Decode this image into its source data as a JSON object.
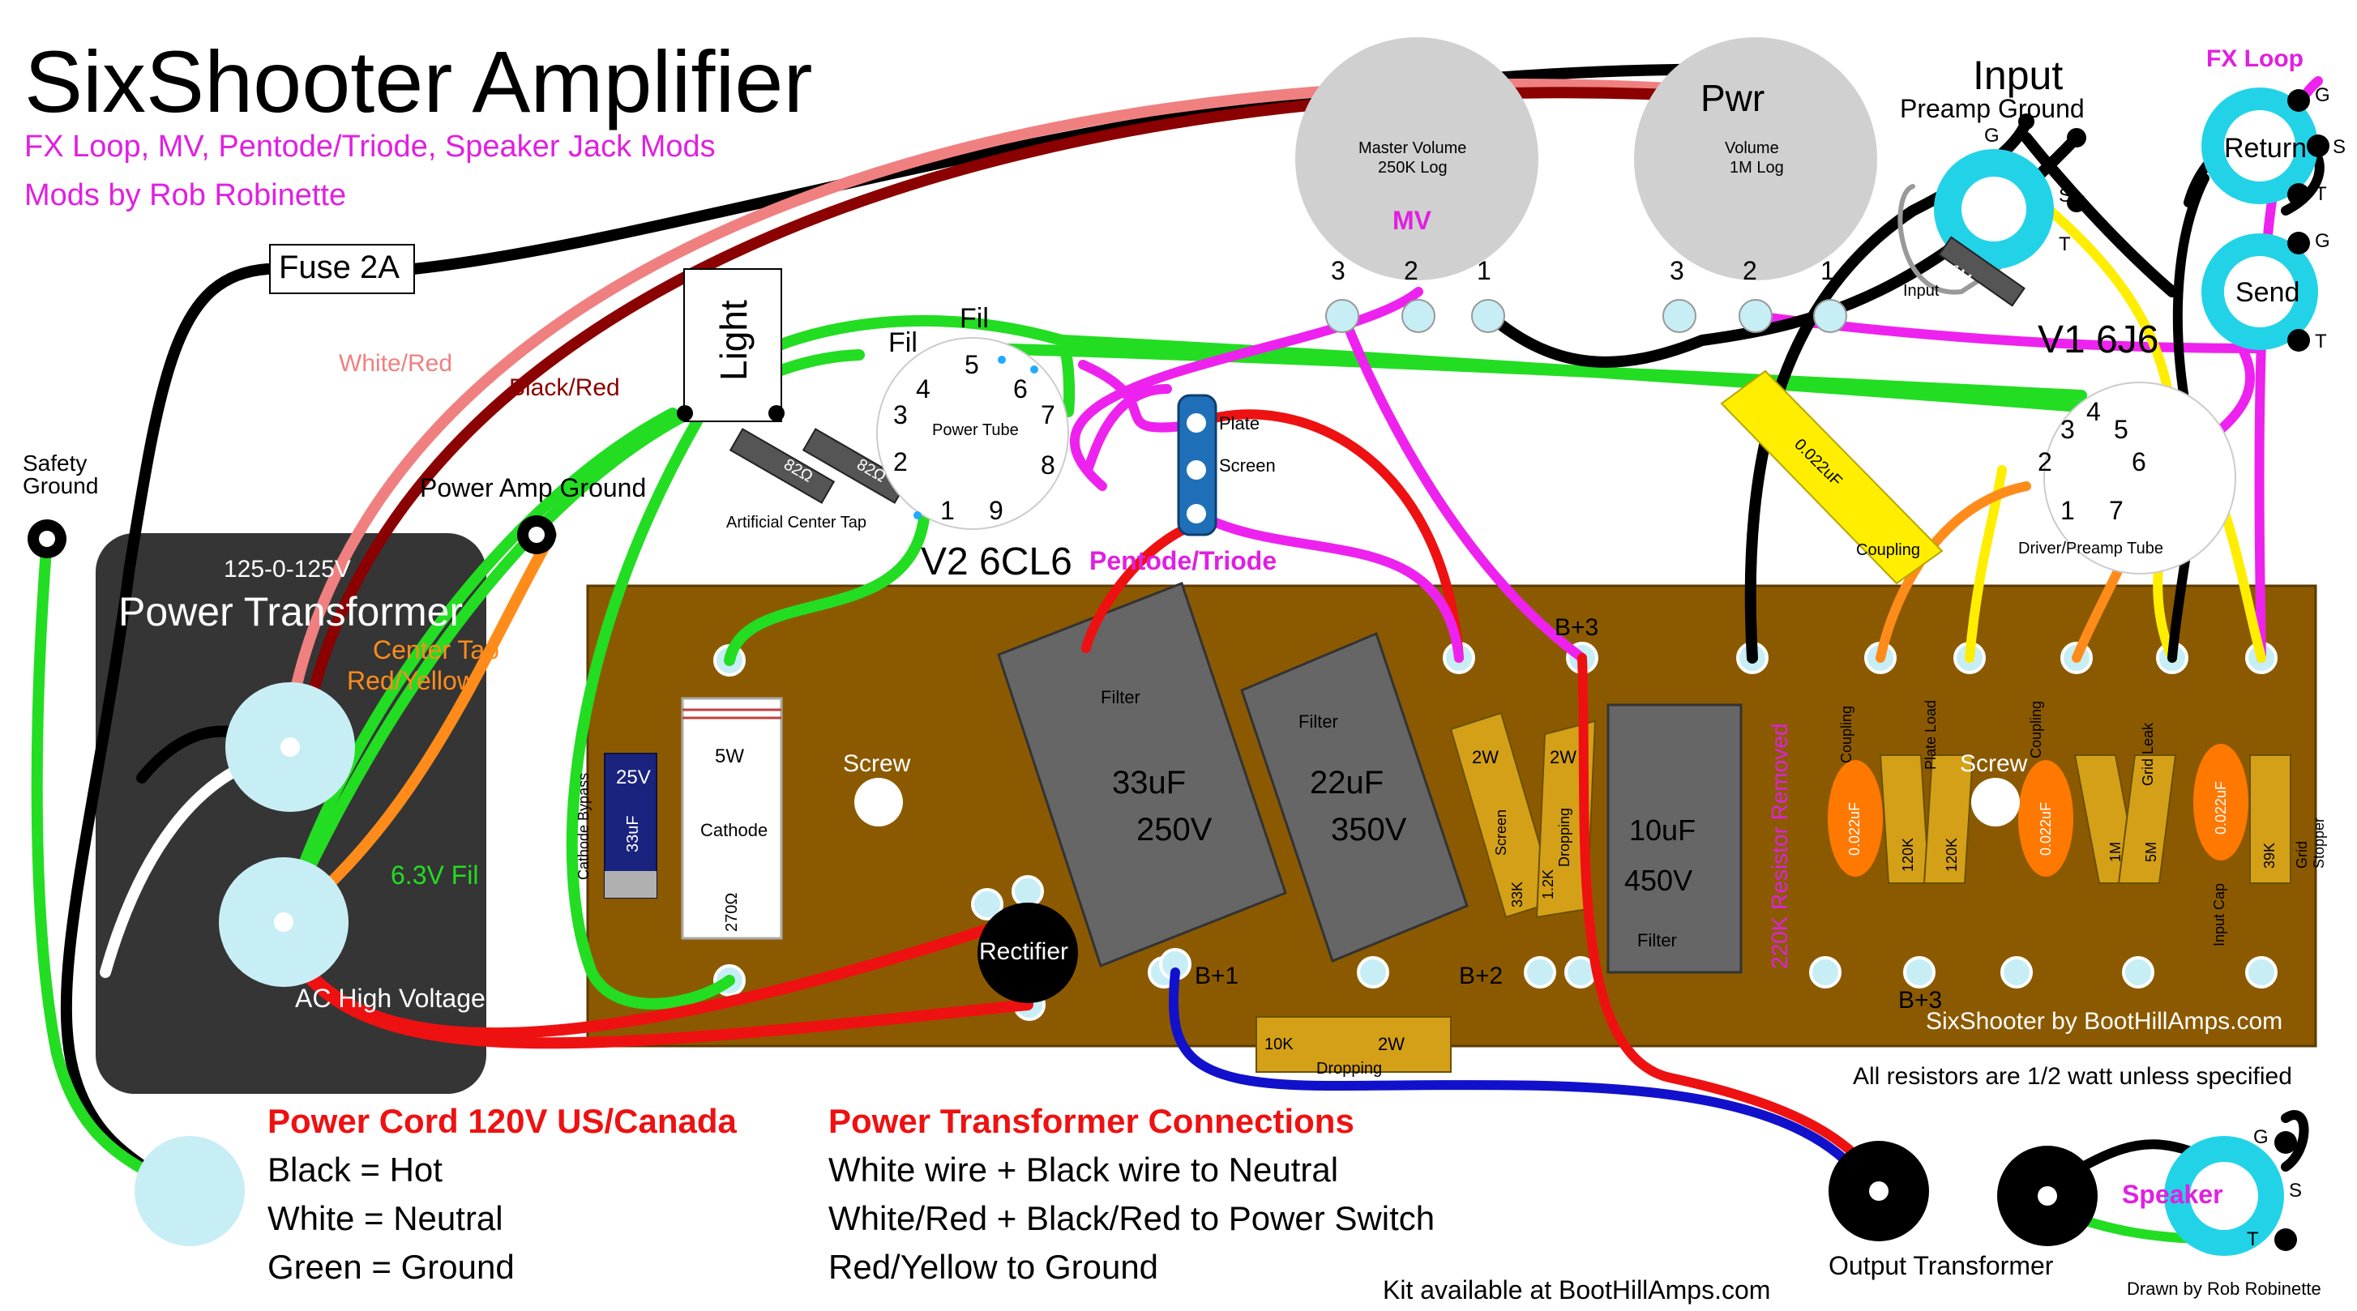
{
  "title": "SixShooter Amplifier",
  "subtitle1": "FX Loop, MV, Pentode/Triode, Speaker Jack Mods",
  "subtitle2": "Mods by Rob Robinette",
  "labels": {
    "fuse": "Fuse 2A",
    "white_red": "White/Red",
    "black_red": "Black/Red",
    "safety_ground_1": "Safety",
    "safety_ground_2": "Ground",
    "power_amp_ground": "Power Amp Ground",
    "pt_voltage": "125-0-125V",
    "power_transformer": "Power Transformer",
    "center_tap": "Center Tap",
    "red_yellow": "Red/Yellow",
    "fil_63": "6.3V Fil",
    "ac_hv": "AC High Voltage",
    "light": "Light",
    "fil_a": "Fil",
    "fil_b": "Fil",
    "power_tube": "Power Tube",
    "res_82a": "82Ω",
    "res_82b": "82Ω",
    "act": "Artificial Center Tap",
    "v2": "V2 6CL6",
    "plate": "Plate",
    "screen_sw": "Screen",
    "pentode_triode": "Pentode/Triode",
    "mv_pot": "Master Volume",
    "mv_pot2": "250K Log",
    "mv": "MV",
    "vol_pot": "Volume",
    "vol_pot2": "1M Log",
    "pwr": "Pwr",
    "input": "Input",
    "preamp_ground": "Preamp Ground",
    "input_small": "Input",
    "res_1m": "1M",
    "fx_loop": "FX Loop",
    "return": "Return",
    "send": "Send",
    "v1": "V1 6J6",
    "driver": "Driver/Preamp Tube",
    "cap_0022_top": "0.022uF",
    "coupling_top": "Coupling",
    "screw1": "Screw",
    "screw2": "Screw",
    "cathode_bypass": "Cathode Bypass",
    "cap_25v": "25V",
    "cap_33uf": "33uF",
    "res_5w": "5W",
    "cathode": "Cathode",
    "res_270": "270Ω",
    "filter_a": "Filter",
    "cap_33_250_a": "33uF",
    "cap_33_250_b": "250V",
    "filter_b": "Filter",
    "cap_22_350_a": "22uF",
    "cap_22_350_b": "350V",
    "rectifier": "Rectifier",
    "b1": "B+1",
    "b2": "B+2",
    "b3a": "B+3",
    "b3b": "B+3",
    "res_2w_a": "2W",
    "res_2w_b": "2W",
    "screen_res": "Screen",
    "res_33k": "33K",
    "dropping_res": "Dropping",
    "res_12k": "1.2K",
    "cap_10uf": "10uF",
    "cap_450v": "450V",
    "filter_c": "Filter",
    "removed": "220K Resistor Removed",
    "coupling_a": "Coupling",
    "cap_0022_a": "0.022uF",
    "plate_load": "Plate Load",
    "res_120k_a": "120K",
    "res_120k_b": "120K",
    "coupling_b": "Coupling",
    "cap_0022_b": "0.022uF",
    "grid_leak": "Grid Leak",
    "res_1m_b": "1M",
    "res_5m": "5M",
    "input_cap": "Input Cap",
    "cap_0022_c": "0.022uF",
    "res_39k": "39K",
    "grid_stopper": "Grid Stopper",
    "res_10k": "10K",
    "res_2w_c": "2W",
    "dropping_bot": "Dropping",
    "credit": "SixShooter by BootHillAmps.com",
    "resistor_note": "All resistors are 1/2 watt unless specified",
    "output_transformer": "Output Transformer",
    "speaker": "Speaker",
    "drawn_by": "Drawn by Rob Robinette",
    "kit": "Kit available at BootHillAmps.com",
    "pin_g": "G",
    "pin_s": "S",
    "pin_t": "T"
  },
  "power_cord": {
    "heading": "Power Cord 120V US/Canada",
    "lines": [
      "Black = Hot",
      "White = Neutral",
      "Green = Ground"
    ]
  },
  "pt_connections": {
    "heading": "Power Transformer Connections",
    "lines": [
      "White wire + Black wire to Neutral",
      "White/Red + Black/Red to Power Switch",
      "Red/Yellow to Ground"
    ]
  },
  "pot_pins": [
    "3",
    "2",
    "1"
  ],
  "v2_pins": [
    "1",
    "2",
    "3",
    "4",
    "5",
    "6",
    "7",
    "8",
    "9"
  ],
  "v1_pins": [
    "1",
    "2",
    "3",
    "4",
    "5",
    "6",
    "7"
  ],
  "colors": {
    "title_magenta": "#e020e0",
    "board": "#8b5a00",
    "heading_red": "#ee1111",
    "jack_cyan": "#22d3e8",
    "wire_green": "#22dd22",
    "wire_magenta": "#ee22ee",
    "wire_yellow": "#ffee00",
    "wire_orange": "#ff8c1a"
  }
}
